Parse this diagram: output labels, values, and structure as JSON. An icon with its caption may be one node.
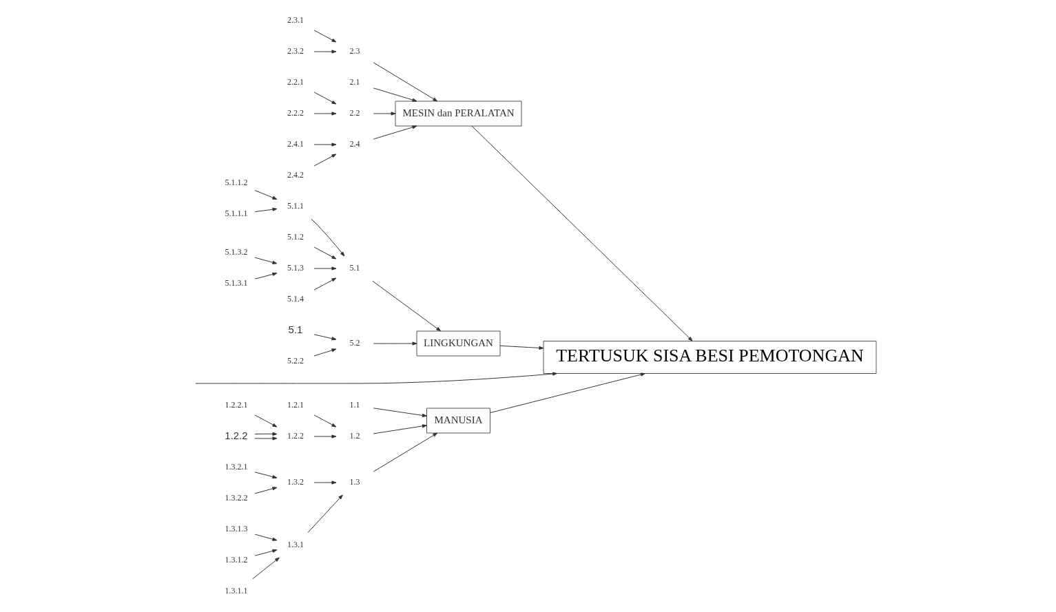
{
  "diagram": {
    "nodes": [
      {
        "text": [
          "MANUSIA"
        ]
      },
      {
        "text": [
          "MESIN dan PERALATAN"
        ]
      },
      {
        "text": [
          "LINGKUNGAN"
        ]
      },
      {
        "text": [
          "TERTUSUK SISA BESI PEMOTONGAN"
        ]
      },
      {
        "text": [
          "1.1"
        ]
      },
      {
        "text": [
          "1.2"
        ]
      },
      {
        "text": [
          "1.2.1"
        ]
      },
      {
        "text": [
          "1.2.2.1"
        ]
      },
      {
        "text": [
          "1.2.2"
        ]
      },
      {
        "text": [
          "1.2.2"
        ]
      },
      {
        "text": [
          "1.3"
        ]
      },
      {
        "text": [
          "1.3.2"
        ]
      },
      {
        "text": [
          "1.3.2.1"
        ]
      },
      {
        "text": [
          "1.3.2.2"
        ]
      },
      {
        "text": [
          "1.3.1"
        ]
      },
      {
        "text": [
          "1.3.1.3"
        ]
      },
      {
        "text": [
          "1.3.1.2"
        ]
      },
      {
        "text": [
          "1.3.1.1"
        ]
      },
      {
        "text": [
          "2.3.1"
        ]
      },
      {
        "text": [
          "2.3"
        ]
      },
      {
        "text": [
          "2.3.2"
        ]
      },
      {
        "text": [
          "2.1"
        ]
      },
      {
        "text": [
          "2.2"
        ]
      },
      {
        "text": [
          "2.2.1"
        ]
      },
      {
        "text": [
          "2.2.2"
        ]
      },
      {
        "text": [
          "2.4.1"
        ]
      },
      {
        "text": [
          "2.4"
        ]
      },
      {
        "text": [
          "2.4.2"
        ]
      },
      {
        "text": [
          "5.1.1.2"
        ]
      },
      {
        "text": [
          "5.1.1"
        ]
      },
      {
        "text": [
          "5.1.1.1"
        ]
      },
      {
        "text": [
          "5.1"
        ]
      },
      {
        "text": [
          "5.1.2"
        ]
      },
      {
        "text": [
          "5.1.3"
        ]
      },
      {
        "text": [
          "5.1.3.2"
        ]
      },
      {
        "text": [
          "5.1.3.1"
        ]
      },
      {
        "text": [
          "5.1.4"
        ]
      },
      {
        "text": [
          "5.1"
        ]
      },
      {
        "text": [
          "5.2"
        ]
      },
      {
        "text": [
          "5.2.2"
        ]
      }
    ],
    "edges": [
      {
        "from": 0,
        "to": 3,
        "arrow": "to"
      },
      {
        "from": 4,
        "to": 0,
        "arrow": "to"
      },
      {
        "from": 5,
        "to": 0,
        "arrow": "to"
      },
      {
        "from": 6,
        "to": 5,
        "arrow": "to"
      },
      {
        "from": 7,
        "to": 8,
        "arrow": "to"
      },
      {
        "from": 8,
        "to": 5,
        "arrow": "to"
      },
      {
        "from": 9,
        "to": 8,
        "arrow": "to"
      },
      {
        "from": 9,
        "to": 8,
        "arrow": "to"
      },
      {
        "from": 10,
        "to": 0,
        "arrow": "to"
      },
      {
        "from": 11,
        "to": 10,
        "arrow": "to"
      },
      {
        "from": 12,
        "to": 11,
        "arrow": "to"
      },
      {
        "from": 13,
        "to": 11,
        "arrow": "to"
      },
      {
        "from": 14,
        "to": 10,
        "arrow": "to"
      },
      {
        "from": 15,
        "to": 14,
        "arrow": "to"
      },
      {
        "from": 16,
        "to": 14,
        "arrow": "to"
      },
      {
        "from": 17,
        "to": 14,
        "arrow": "to"
      },
      {
        "from": 1,
        "to": 3,
        "arrow": "to"
      },
      {
        "from": 18,
        "to": 19,
        "arrow": "to"
      },
      {
        "from": 19,
        "to": 1,
        "arrow": "to"
      },
      {
        "from": 20,
        "to": 19,
        "arrow": "to"
      },
      {
        "from": 21,
        "to": 1,
        "arrow": "to"
      },
      {
        "from": 22,
        "to": 1,
        "arrow": "to"
      },
      {
        "from": 23,
        "to": 22,
        "arrow": "to"
      },
      {
        "from": 24,
        "to": 22,
        "arrow": "to"
      },
      {
        "from": 25,
        "to": 26,
        "arrow": "to"
      },
      {
        "from": 26,
        "to": 1,
        "arrow": "to"
      },
      {
        "from": 27,
        "to": 26,
        "arrow": "to"
      },
      {
        "from": 2,
        "to": 3,
        "arrow": "to"
      },
      {
        "from": 28,
        "to": 29,
        "arrow": "to"
      },
      {
        "from": 29,
        "to": 31,
        "arrow": "to"
      },
      {
        "from": 30,
        "to": 29,
        "arrow": "to"
      },
      {
        "from": 31,
        "to": 2,
        "arrow": "to"
      },
      {
        "from": 32,
        "to": 31,
        "arrow": "to"
      },
      {
        "from": 33,
        "to": 31,
        "arrow": "to"
      },
      {
        "from": 34,
        "to": 33,
        "arrow": "to"
      },
      {
        "from": 35,
        "to": 33,
        "arrow": "to"
      },
      {
        "from": 36,
        "to": 31,
        "arrow": "to"
      },
      {
        "from": 37,
        "to": 38,
        "arrow": "to"
      },
      {
        "from": 38,
        "to": 2,
        "arrow": "to"
      },
      {
        "from": 39,
        "to": 38,
        "arrow": "to"
      },
      {
        "from": null,
        "to": 3,
        "arrow": "to"
      }
    ]
  }
}
